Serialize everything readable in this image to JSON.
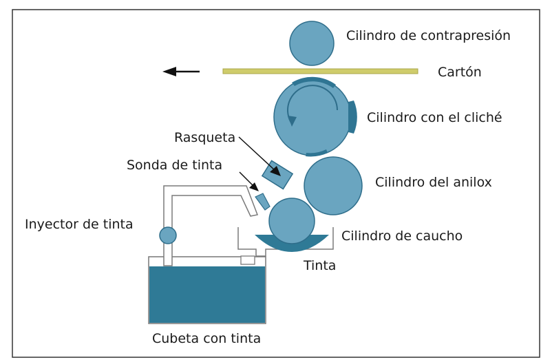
{
  "colors": {
    "roller_fill": "#6aa5c0",
    "roller_stroke": "#2e6d8a",
    "dark_blue": "#2f7593",
    "ink": "#2f7a96",
    "board": "#cfcc6b",
    "board_stroke": "#a9a64a",
    "frame": "#333333",
    "pipe": "#7a7a7a"
  },
  "labels": {
    "cilindro_contrapresion": "Cilindro de contrapresión",
    "carton": "Cartón",
    "cilindro_cliche": "Cilindro con el cliché",
    "rasqueta": "Rasqueta",
    "sonda_tinta": "Sonda de tinta",
    "cilindro_anilox": "Cilindro del anilox",
    "inyector_tinta": "Inyector de tinta",
    "cilindro_caucho": "Cilindro de caucho",
    "tinta": "Tinta",
    "cubeta_tinta": "Cubeta con tinta"
  }
}
